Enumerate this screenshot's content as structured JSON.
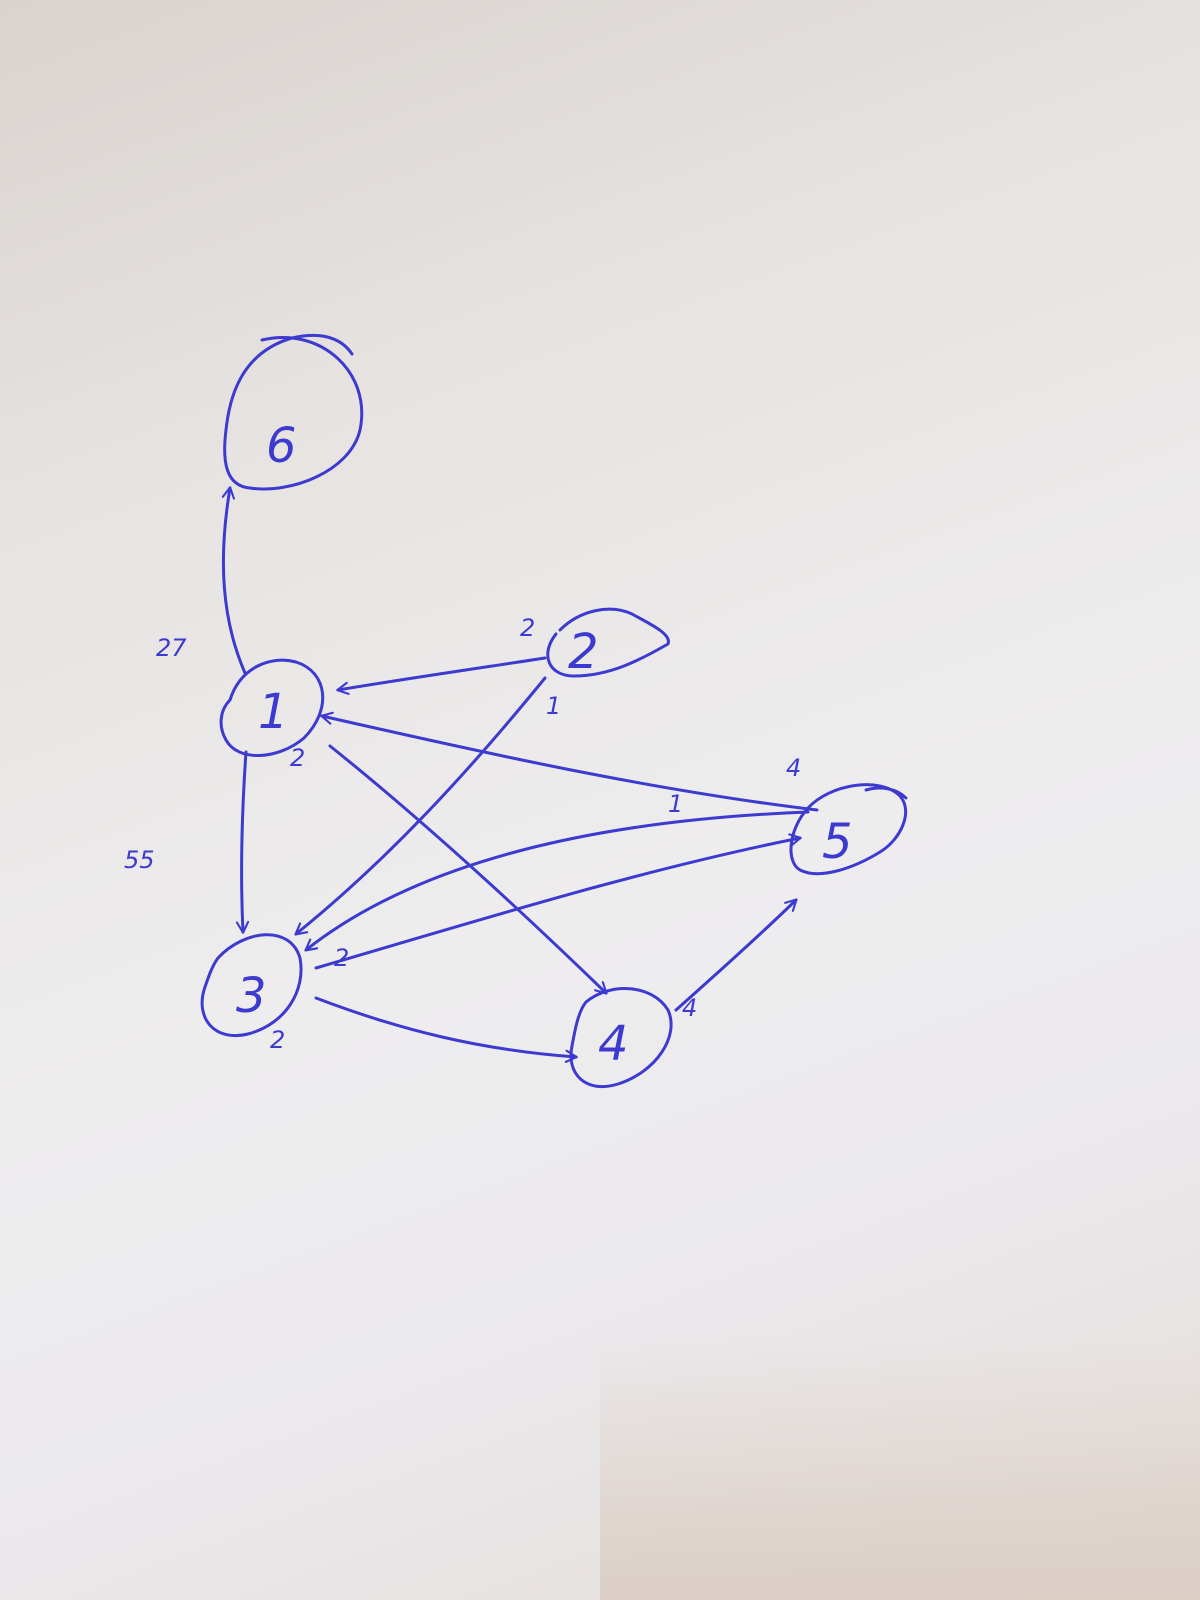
{
  "diagram": {
    "type": "directed-weighted-graph",
    "ink_color": "#3d3ad0",
    "paper_color": "#ecebec",
    "nodes": [
      {
        "id": "1",
        "label": "1"
      },
      {
        "id": "2",
        "label": "2"
      },
      {
        "id": "3",
        "label": "3"
      },
      {
        "id": "4",
        "label": "4"
      },
      {
        "id": "5",
        "label": "5"
      },
      {
        "id": "6",
        "label": "6"
      }
    ],
    "edges": [
      {
        "from": "1",
        "to": "6",
        "weight": "27"
      },
      {
        "from": "1",
        "to": "3",
        "weight": "55"
      },
      {
        "from": "2",
        "to": "1",
        "weight": "2"
      },
      {
        "from": "2",
        "to": "3",
        "weight": "1"
      },
      {
        "from": "1",
        "to": "4",
        "weight": "2"
      },
      {
        "from": "5",
        "to": "1",
        "weight": "4"
      },
      {
        "from": "5",
        "to": "3",
        "weight": "1"
      },
      {
        "from": "3",
        "to": "5",
        "weight": "2"
      },
      {
        "from": "3",
        "to": "4",
        "weight": "2"
      },
      {
        "from": "4",
        "to": "5",
        "weight": "4"
      }
    ]
  }
}
